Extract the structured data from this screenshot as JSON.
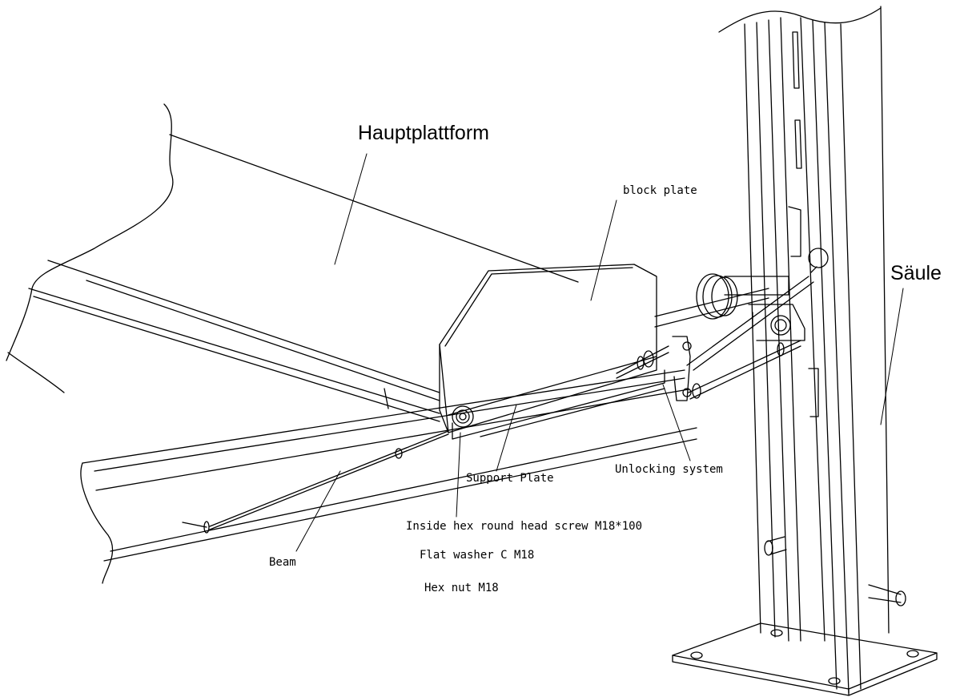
{
  "diagram": {
    "labels": {
      "hauptplattform": "Hauptplattform",
      "block_plate": "block plate",
      "saeule": "Säule",
      "unlocking_system": "Unlocking system",
      "support_plate": "Support Plate",
      "screw": "Inside hex round head screw M18*100",
      "washer": "Flat washer C M18",
      "nut": "Hex nut M18",
      "beam": "Beam"
    },
    "colors": {
      "line": "#000000",
      "background": "#ffffff"
    }
  }
}
